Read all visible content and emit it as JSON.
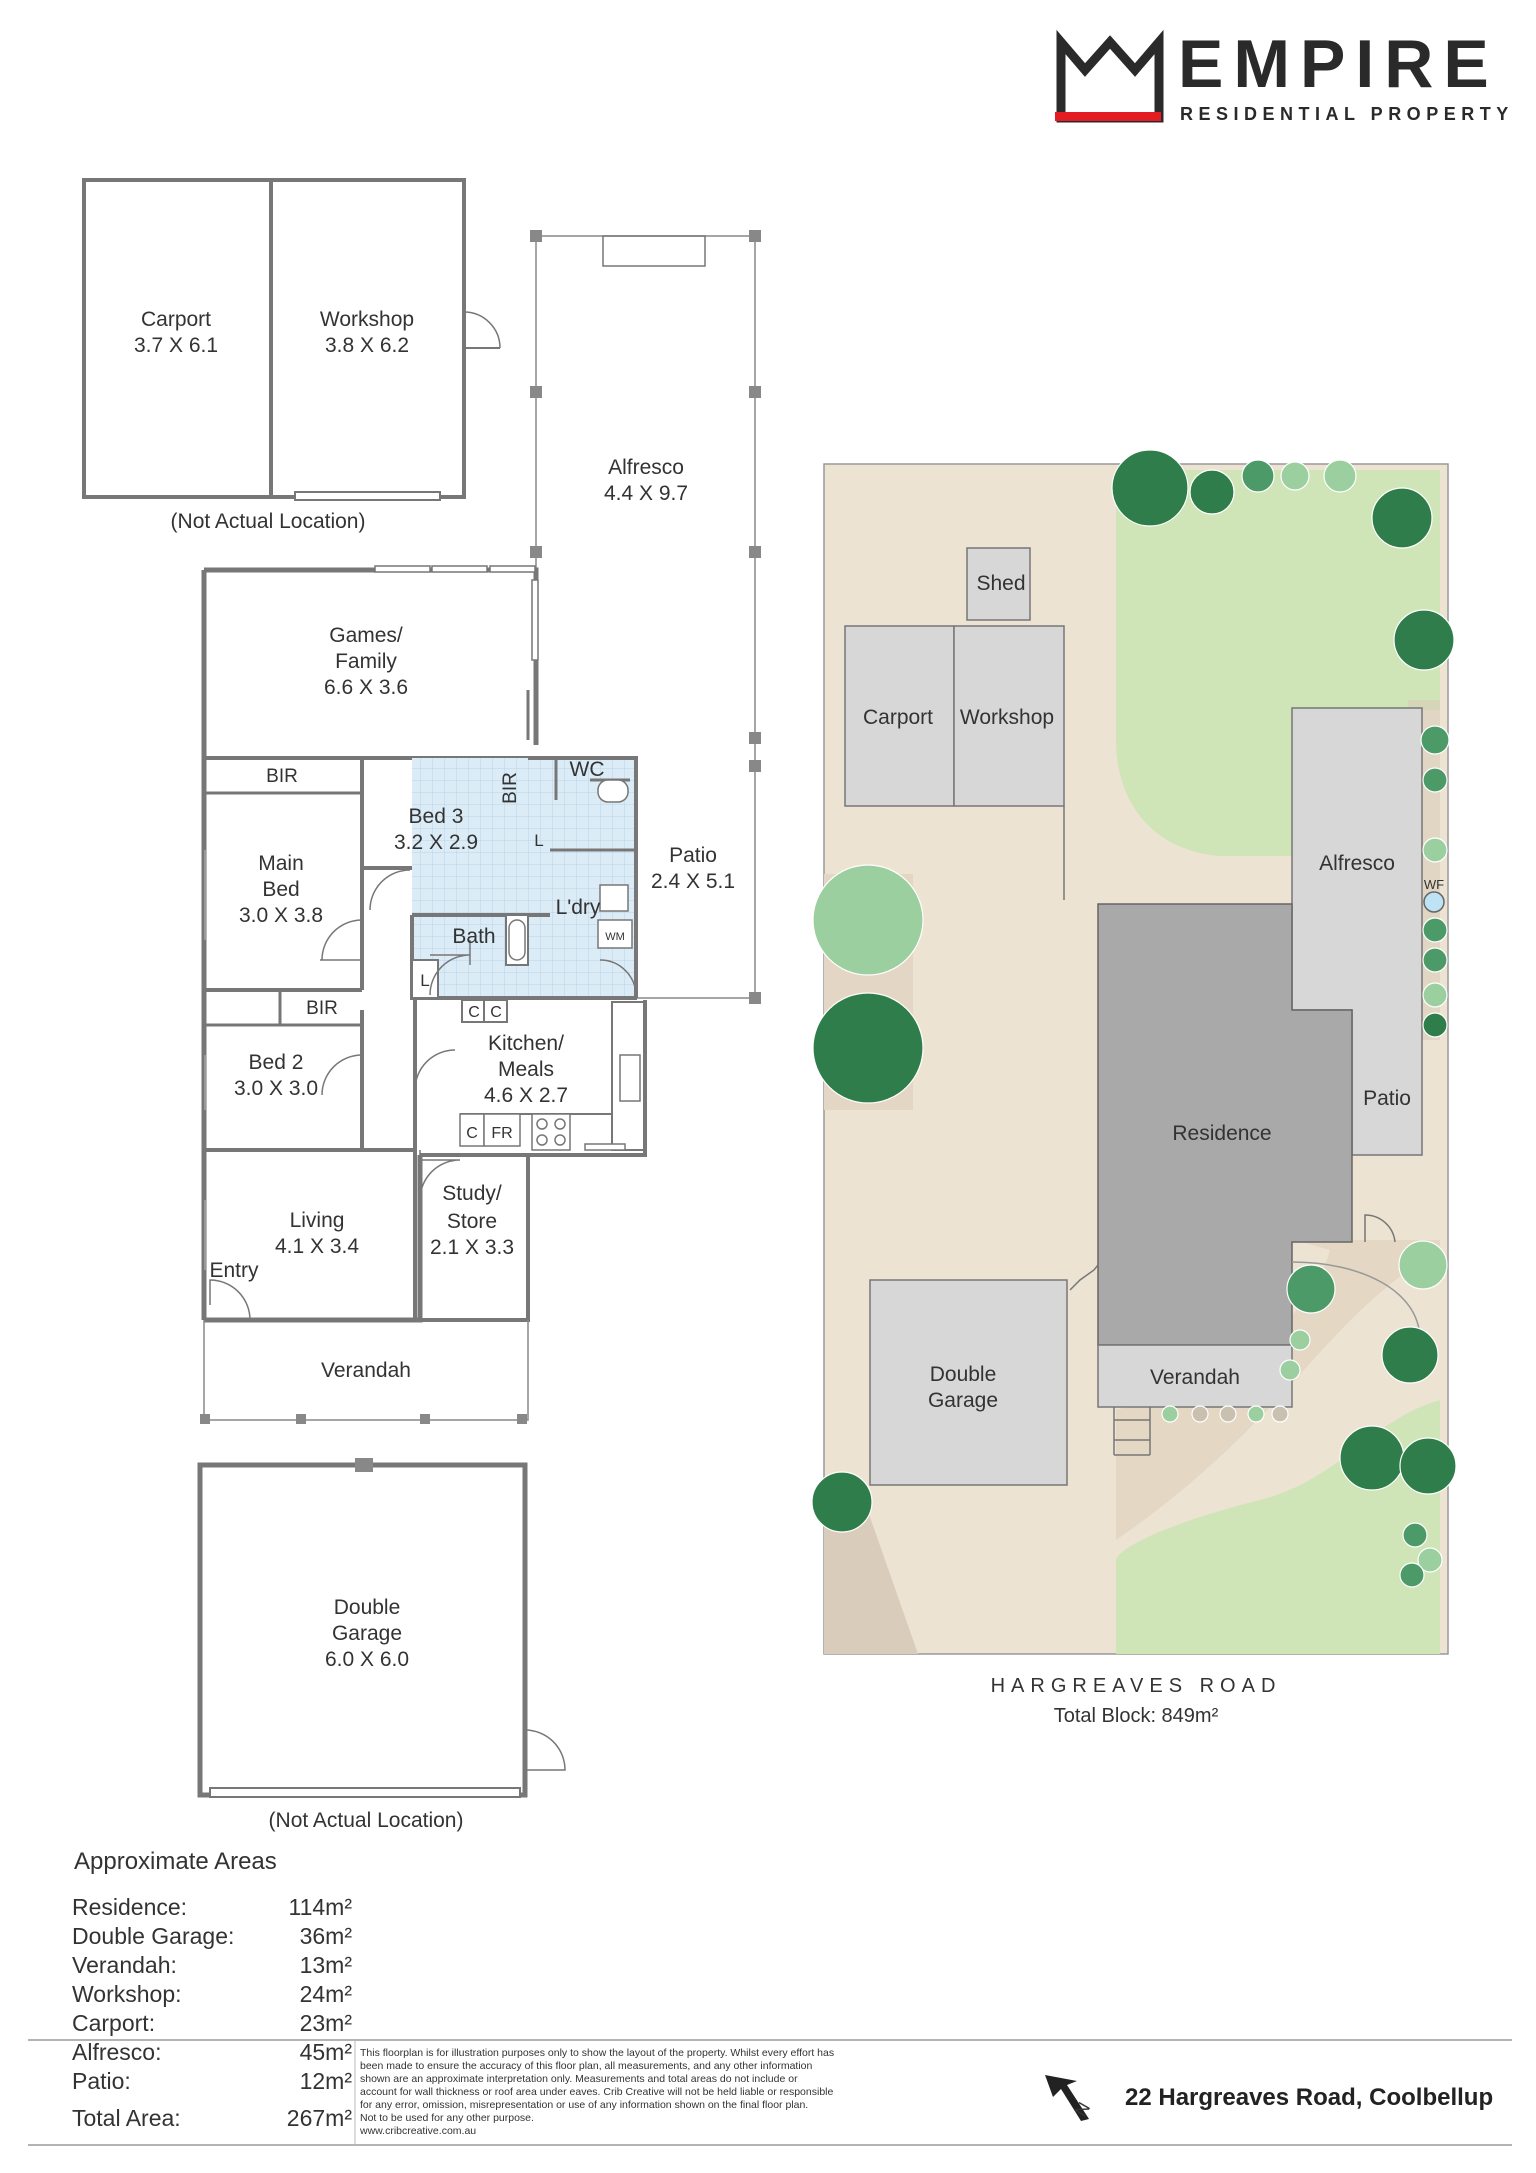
{
  "brand": {
    "name": "EMPIRE",
    "tagline": "RESIDENTIAL PROPERTY",
    "accent_color": "#e31b23"
  },
  "floor_plan": {
    "rooms": {
      "carport": {
        "name": "Carport",
        "dims": "3.7 X 6.1"
      },
      "workshop": {
        "name": "Workshop",
        "dims": "3.8 X 6.2"
      },
      "outbuilding_note": "(Not Actual Location)",
      "alfresco": {
        "name": "Alfresco",
        "dims": "4.4 X 9.7"
      },
      "games": {
        "name1": "Games/",
        "name2": "Family",
        "dims": "6.6 X 3.6"
      },
      "bir1": "BIR",
      "bir2": "BIR",
      "bir3": "BIR",
      "bed3": {
        "name": "Bed 3",
        "dims": "3.2 X 2.9"
      },
      "wc": "WC",
      "linen1": "L",
      "linen2": "L",
      "laundry": "L'dry",
      "wm": "WM",
      "patio": {
        "name": "Patio",
        "dims": "2.4 X 5.1"
      },
      "main_bed": {
        "name1": "Main",
        "name2": "Bed",
        "dims": "3.0 X 3.8"
      },
      "bath": "Bath",
      "cupboard": "C",
      "bed2": {
        "name": "Bed 2",
        "dims": "3.0 X 3.0"
      },
      "kitchen": {
        "name1": "Kitchen/",
        "name2": "Meals",
        "dims": "4.6 X 2.7"
      },
      "fridge": "FR",
      "living": {
        "name": "Living",
        "dims": "4.1 X 3.4"
      },
      "study": {
        "name1": "Study/",
        "name2": "Store",
        "dims": "2.1 X 3.3"
      },
      "entry": "Entry",
      "verandah": "Verandah",
      "garage": {
        "name1": "Double",
        "name2": "Garage",
        "dims": "6.0 X 6.0"
      },
      "garage_note": "(Not Actual Location)"
    }
  },
  "site_plan": {
    "labels": {
      "shed": "Shed",
      "carport": "Carport",
      "workshop": "Workshop",
      "alfresco": "Alfresco",
      "wf": "WF",
      "residence": "Residence",
      "patio": "Patio",
      "double_garage_1": "Double",
      "double_garage_2": "Garage",
      "verandah": "Verandah"
    },
    "road": "HARGREAVES ROAD",
    "total_block": "Total Block: 849m²",
    "colors": {
      "lawn": "#cfe4b7",
      "paving": "#ede3d3",
      "building": "#d7d7d7",
      "residence": "#a9a9a9",
      "tree": "#2e7d4a"
    }
  },
  "areas": {
    "title": "Approximate Areas",
    "items": [
      {
        "label": "Residence:",
        "value": "114m²"
      },
      {
        "label": "Double Garage:",
        "value": "36m²"
      },
      {
        "label": "Verandah:",
        "value": "13m²"
      },
      {
        "label": "Workshop:",
        "value": "24m²"
      },
      {
        "label": "Carport:",
        "value": "23m²"
      },
      {
        "label": "Alfresco:",
        "value": "45m²"
      },
      {
        "label": "Patio:",
        "value": "12m²"
      }
    ],
    "total_label": "Total Area:",
    "total_value": "267m²"
  },
  "disclaimer": {
    "line1": "This floorplan is for illustration purposes only to show the layout of the property. Whilst every effort has",
    "line2": "been made to ensure the accuracy of this floor plan, all measurements, and any other information",
    "line3": "shown are an approximate interpretation only. Measurements and total areas do not include or",
    "line4": "account for wall thickness or roof area under eaves. Crib Creative will not be held liable or responsible",
    "line5": "for any error, omission, misrepresentation or use of any information shown on the final floor plan.",
    "line6": "Not to be used for any other purpose.",
    "line7": "www.cribcreative.com.au"
  },
  "address": "22 Hargreaves Road, Coolbellup",
  "north_arrow": "N"
}
